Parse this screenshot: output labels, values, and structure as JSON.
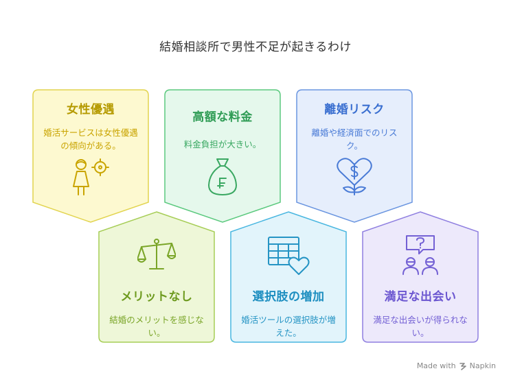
{
  "title": "結婚相談所で男性不足が起きるわけ",
  "cards": [
    {
      "title": "女性優遇",
      "desc": "婚活サービスは女性優遇の傾向がある。",
      "icon": "woman-target-icon"
    },
    {
      "title": "高額な料金",
      "desc": "料金負担が大きい。",
      "icon": "money-bag-icon"
    },
    {
      "title": "離婚リスク",
      "desc": "離婚や経済面でのリスク。",
      "icon": "heart-dollar-plant-icon"
    },
    {
      "title": "メリットなし",
      "desc": "結婚のメリットを感じない。",
      "icon": "balance-scale-icon"
    },
    {
      "title": "選択肢の増加",
      "desc": "婚活ツールの選択肢が増えた。",
      "icon": "calendar-heart-icon"
    },
    {
      "title": "満足な出会い",
      "desc": "満足な出会いが得られない。",
      "icon": "people-question-icon"
    }
  ],
  "colors": {
    "yellow": {
      "fill": "#fdf9d0",
      "stroke": "#e2d44e",
      "title": "#b59a00",
      "desc": "#c9a400"
    },
    "green": {
      "fill": "#e5f8ec",
      "stroke": "#5bc97e",
      "title": "#2f9c55",
      "desc": "#3aa862"
    },
    "blue": {
      "fill": "#e6eefc",
      "stroke": "#6a95e0",
      "title": "#3a6fd0",
      "desc": "#4a7bd6"
    },
    "lime": {
      "fill": "#eef7d8",
      "stroke": "#a6cd56",
      "title": "#6d9a1e",
      "desc": "#7aa528"
    },
    "cyan": {
      "fill": "#e2f4fb",
      "stroke": "#48b6e0",
      "title": "#1d8ec0",
      "desc": "#2594c4"
    },
    "violet": {
      "fill": "#ede9fb",
      "stroke": "#8f7fe0",
      "title": "#6a55d0",
      "desc": "#7360d4"
    }
  },
  "watermark": {
    "prefix": "Made with",
    "brand": "Napkin"
  }
}
